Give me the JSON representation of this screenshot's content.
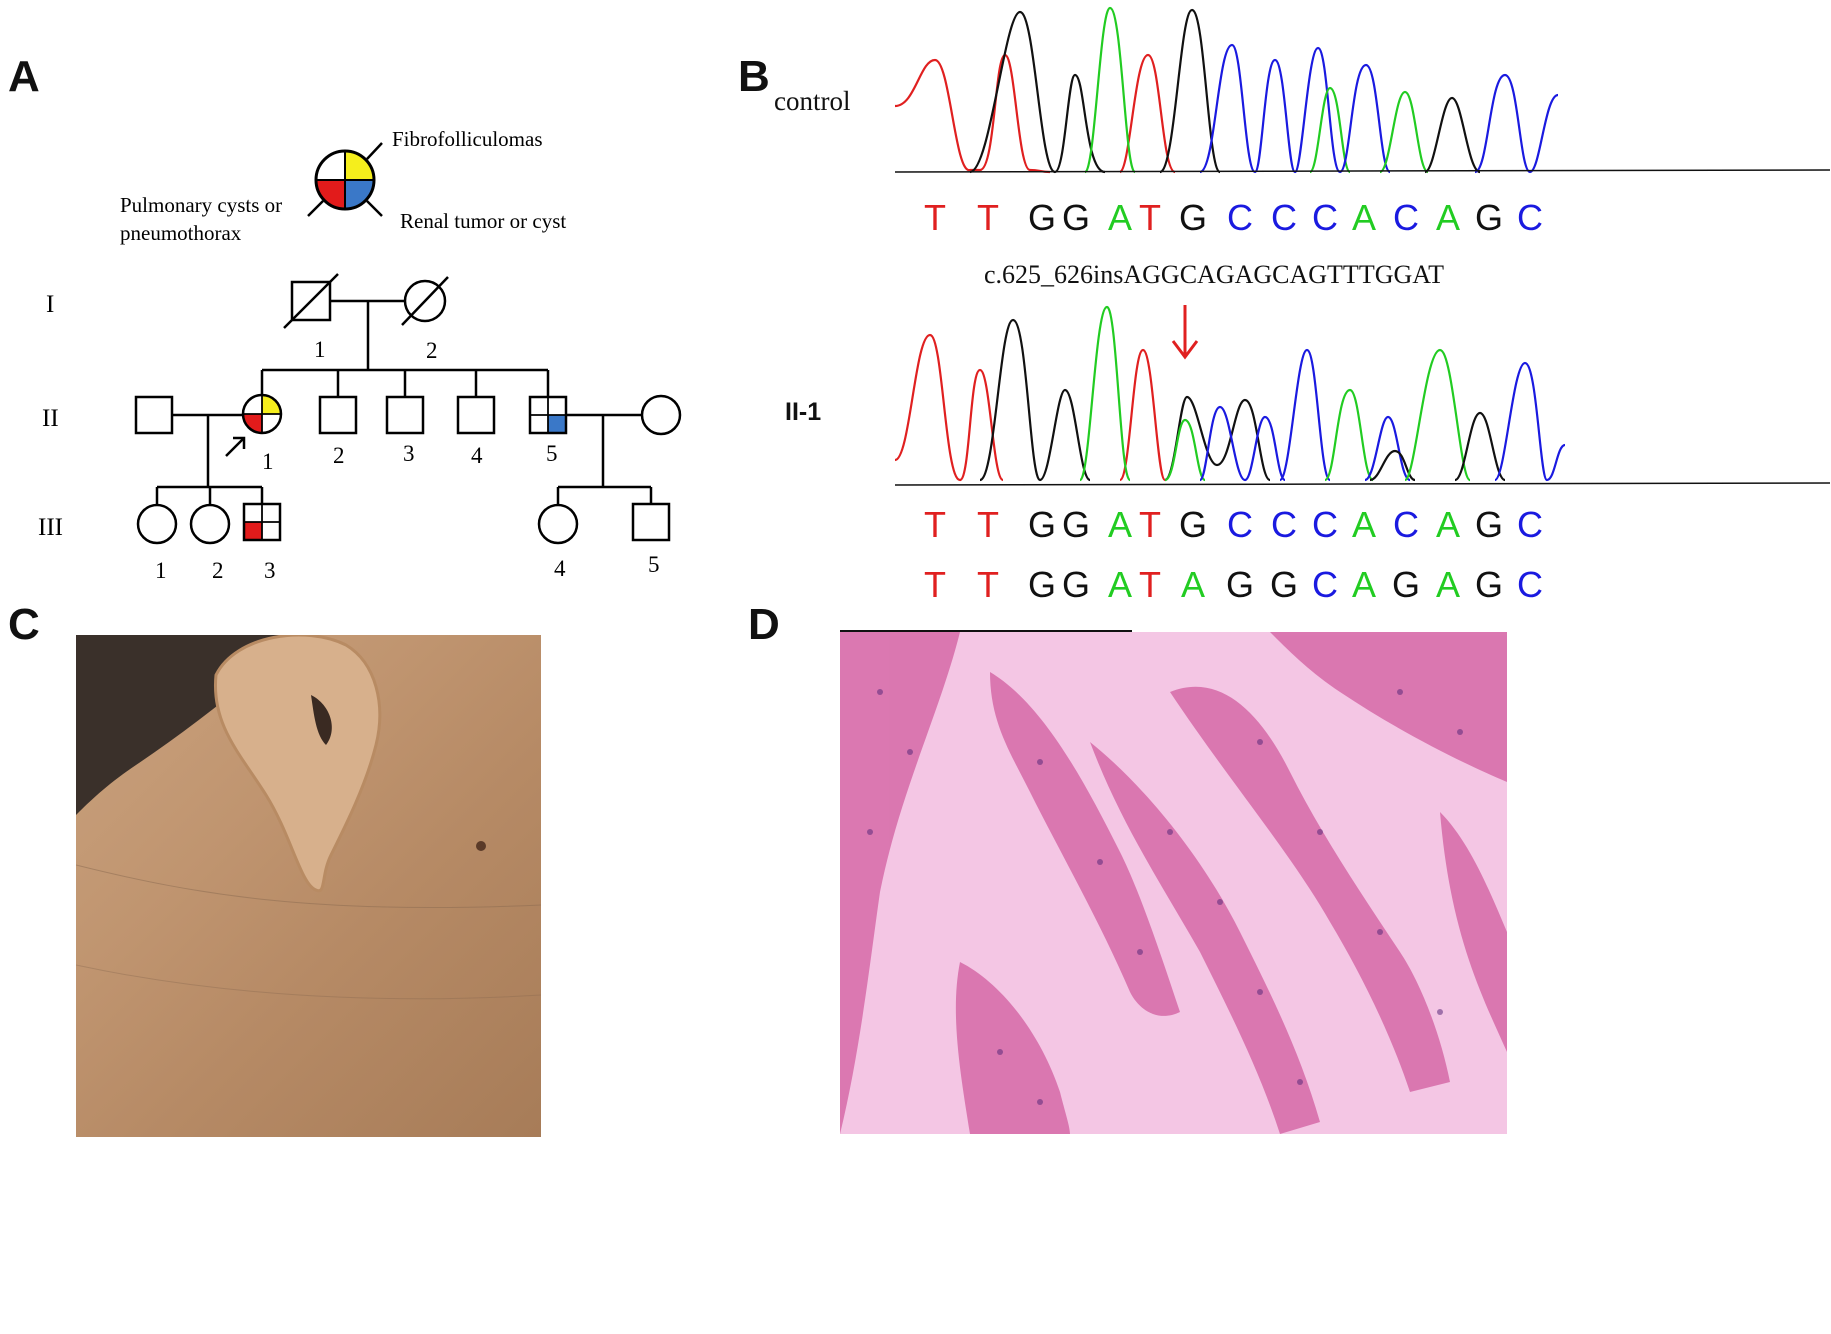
{
  "panels": {
    "A": {
      "label": "A",
      "legend": {
        "fibro": "Fibrofolliculomas",
        "pulm_line1": "Pulmonary cysts or",
        "pulm_line2": "pneumothorax",
        "renal": "Renal tumor  or cyst",
        "colors": {
          "fibro": "#f5ee1c",
          "pulmonary": "#e21b1b",
          "renal": "#3a78c8"
        }
      },
      "generations": [
        "I",
        "II",
        "III"
      ],
      "gen1_ids": [
        "1",
        "2"
      ],
      "gen2_ids": [
        "1",
        "2",
        "3",
        "4",
        "5"
      ],
      "gen3_ids": [
        "1",
        "2",
        "3",
        "4",
        "5"
      ]
    },
    "B": {
      "label": "B",
      "control_label": "control",
      "mutation": "c.625_626insAGGCAGAGCAGTTTGGAT",
      "patient_label": "II-1",
      "control_seq": [
        "T",
        "T",
        "G",
        "G",
        "A",
        "T",
        "G",
        "C",
        "C",
        "C",
        "A",
        "C",
        "A",
        "G",
        "C"
      ],
      "patient_seq1": [
        "T",
        "T",
        "G",
        "G",
        "A",
        "T",
        "G",
        "C",
        "C",
        "C",
        "A",
        "C",
        "A",
        "G",
        "C"
      ],
      "patient_seq2": [
        "T",
        "T",
        "G",
        "G",
        "A",
        "T",
        "A",
        "G",
        "G",
        "C",
        "A",
        "G",
        "A",
        "G",
        "C"
      ],
      "base_colors": {
        "A": "#22cc22",
        "T": "#e02020",
        "G": "#111111",
        "C": "#1a1ae0"
      }
    },
    "C": {
      "label": "C"
    },
    "D": {
      "label": "D"
    }
  }
}
